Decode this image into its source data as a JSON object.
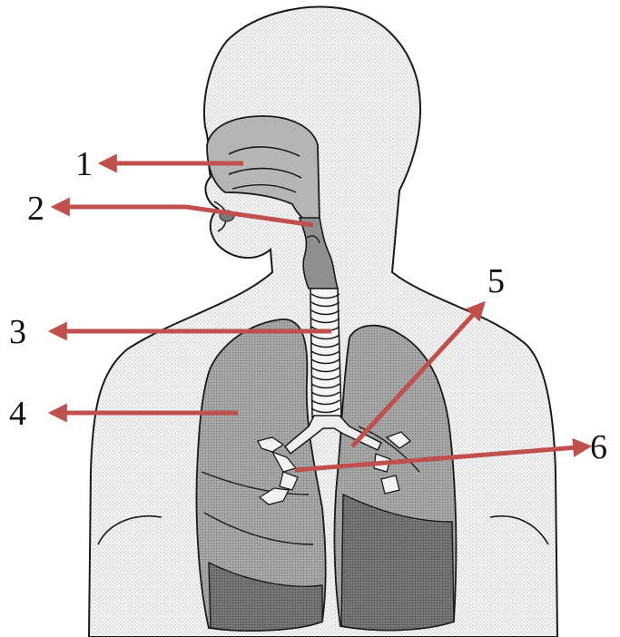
{
  "diagram": {
    "labels": [
      {
        "id": 1,
        "text": "1"
      },
      {
        "id": 2,
        "text": "2"
      },
      {
        "id": 3,
        "text": "3"
      },
      {
        "id": 4,
        "text": "4"
      },
      {
        "id": 5,
        "text": "5"
      },
      {
        "id": 6,
        "text": "6"
      }
    ]
  },
  "colors": {
    "arrow": "#c0504d",
    "outline": "#1a1a1a",
    "body_fill": "#ececec",
    "lung_fill": "#a6a6a6",
    "lung_dark": "#6e6e6e",
    "airway_fill": "#8c8c8c",
    "background": "#ffffff"
  }
}
